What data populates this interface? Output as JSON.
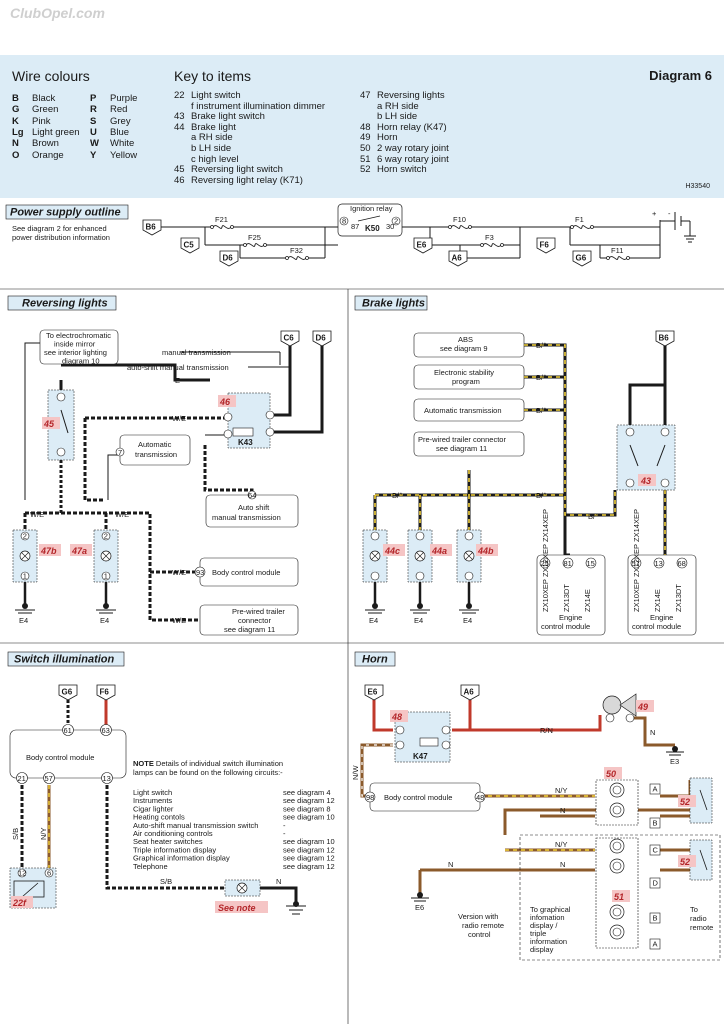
{
  "watermark": "ClubOpel.com",
  "header": {
    "wire_colours_title": "Wire colours",
    "key_title": "Key to items",
    "diagram_title": "Diagram 6",
    "ref_code": "H33540"
  },
  "wire_colours": [
    {
      "code": "B",
      "name": "Black"
    },
    {
      "code": "G",
      "name": "Green"
    },
    {
      "code": "K",
      "name": "Pink"
    },
    {
      "code": "Lg",
      "name": "Light green"
    },
    {
      "code": "N",
      "name": "Brown"
    },
    {
      "code": "O",
      "name": "Orange"
    },
    {
      "code": "P",
      "name": "Purple"
    },
    {
      "code": "R",
      "name": "Red"
    },
    {
      "code": "S",
      "name": "Grey"
    },
    {
      "code": "U",
      "name": "Blue"
    },
    {
      "code": "W",
      "name": "White"
    },
    {
      "code": "Y",
      "name": "Yellow"
    }
  ],
  "key_col1": [
    {
      "num": "22",
      "text": "Light switch"
    },
    {
      "num": "",
      "text": "f    instrument illumination dimmer"
    },
    {
      "num": "43",
      "text": "Brake light switch"
    },
    {
      "num": "44",
      "text": "Brake light"
    },
    {
      "num": "",
      "text": "a   RH side"
    },
    {
      "num": "",
      "text": "b   LH side"
    },
    {
      "num": "",
      "text": "c   high level"
    },
    {
      "num": "45",
      "text": "Reversing light switch"
    },
    {
      "num": "46",
      "text": "Reversing light relay (K71)"
    }
  ],
  "key_col2": [
    {
      "num": "47",
      "text": "Reversing lights"
    },
    {
      "num": "",
      "text": "a   RH side"
    },
    {
      "num": "",
      "text": "b   LH side"
    },
    {
      "num": "48",
      "text": "Horn relay (K47)"
    },
    {
      "num": "49",
      "text": "Horn"
    },
    {
      "num": "50",
      "text": "2 way rotary joint"
    },
    {
      "num": "51",
      "text": "6 way rotary joint"
    },
    {
      "num": "52",
      "text": "Horn switch"
    }
  ],
  "power": {
    "title": "Power supply outline",
    "note1": "See diagram 2 for enhanced",
    "note2": "power distribution information",
    "ignition_relay": "Ignition relay",
    "relay_id": "K50",
    "pins": [
      "8",
      "87",
      "30",
      "2"
    ],
    "fuses": [
      "F21",
      "F25",
      "F32",
      "F10",
      "F3",
      "F1",
      "F11"
    ],
    "connectors": [
      "B6",
      "C5",
      "D6",
      "E6",
      "A6",
      "F6",
      "G6"
    ]
  },
  "reversing": {
    "title": "Reversing lights",
    "mirror_box": [
      "To electrochromatic",
      "inside mirror",
      "see interior lighting",
      "diagram 10"
    ],
    "manual": "manual transmission",
    "autoshift": "auto-shift manual transmission",
    "auto_box": [
      "Automatic",
      "transmission"
    ],
    "autoshift_box": [
      "Auto shift",
      "manual transmission"
    ],
    "bcm": "Body control module",
    "trailer": [
      "Pre-wired trailer",
      "connector",
      "see diagram 11"
    ],
    "relay": "K43",
    "item46": "46",
    "item45": "45",
    "item47a": "47a",
    "item47b": "47b",
    "ground": "E4",
    "wire_we": "W/E",
    "wire_e": "E",
    "pin_93": "93",
    "pin_64": "64",
    "pin_7": "7",
    "conn_c6": "C6",
    "conn_d6": "D6"
  },
  "brake": {
    "title": "Brake lights",
    "abs": [
      "ABS",
      "see diagram 9"
    ],
    "esp": [
      "Electronic stability",
      "program"
    ],
    "auto": "Automatic transmission",
    "trailer": [
      "Pre-wired trailer connector",
      "see diagram 11"
    ],
    "wire": "B/^",
    "item43": "43",
    "item44a": "44a",
    "item44b": "44b",
    "item44c": "44c",
    "ecm": [
      "Engine",
      "control module"
    ],
    "ecm1_pins": [
      "25",
      "81",
      "15"
    ],
    "ecm2_pins": [
      "57",
      "13",
      "68"
    ],
    "engines1": [
      "ZX10XEP ZX12XEP ZX14XEP",
      "ZX13DT",
      "ZX14E"
    ],
    "engines2": [
      "ZX10XEP ZX12XEP ZX14XEP",
      "ZX14E",
      "ZX13DT"
    ],
    "conn_b6": "B6",
    "ground": "E4"
  },
  "switch_illum": {
    "title": "Switch illumination",
    "bcm": "Body control module",
    "conn_g6": "G6",
    "conn_f6": "F6",
    "pins_top": [
      "61",
      "63"
    ],
    "pins_bottom": [
      "21",
      "57",
      "13"
    ],
    "note_title": "NOTE",
    "note_text": [
      " Details of individual switch illumination",
      "lamps can be found on the following circuits:-"
    ],
    "circuits": [
      {
        "name": "Light switch",
        "ref": "see diagram 4"
      },
      {
        "name": "Instruments",
        "ref": "see diagram 12"
      },
      {
        "name": "Cigar lighter",
        "ref": "see diagram 8"
      },
      {
        "name": "Heating contols",
        "ref": "see diagram 10"
      },
      {
        "name": "Auto-shift manual transmission switch",
        "ref": "-"
      },
      {
        "name": "Air conditioning controls",
        "ref": "-"
      },
      {
        "name": "Seat heater switches",
        "ref": "see diagram 10"
      },
      {
        "name": "Triple information display",
        "ref": "see diagram 12"
      },
      {
        "name": "Graphical information display",
        "ref": "see diagram 12"
      },
      {
        "name": "Telephone",
        "ref": "see diagram 12"
      }
    ],
    "item22f": "22f",
    "see_note": "See note",
    "wire_sb": "S/B",
    "wire_ny": "N/Y",
    "wire_n": "N",
    "pins_22f": [
      "12",
      "6"
    ]
  },
  "horn": {
    "title": "Horn",
    "conn_e6": "E6",
    "conn_a6": "A6",
    "relay": "K47",
    "item48": "48",
    "item49": "49",
    "item50": "50",
    "item51": "51",
    "item52": "52",
    "bcm": "Body control module",
    "pin_98": "98",
    "pin_48": "48",
    "wire_rn": "R/N",
    "wire_nw": "N/W",
    "wire_ny": "N/Y",
    "wire_n": "N",
    "ground_e3": "E3",
    "ground_e6": "E6",
    "version": [
      "Version with",
      "radio remote",
      "control"
    ],
    "to_display": [
      "To graphical",
      "infomation",
      "display /",
      "triple",
      "information",
      "display"
    ],
    "to_radio": [
      "To",
      "radio",
      "remote"
    ],
    "terminals": [
      "A",
      "B",
      "C",
      "D",
      "B",
      "A"
    ]
  }
}
